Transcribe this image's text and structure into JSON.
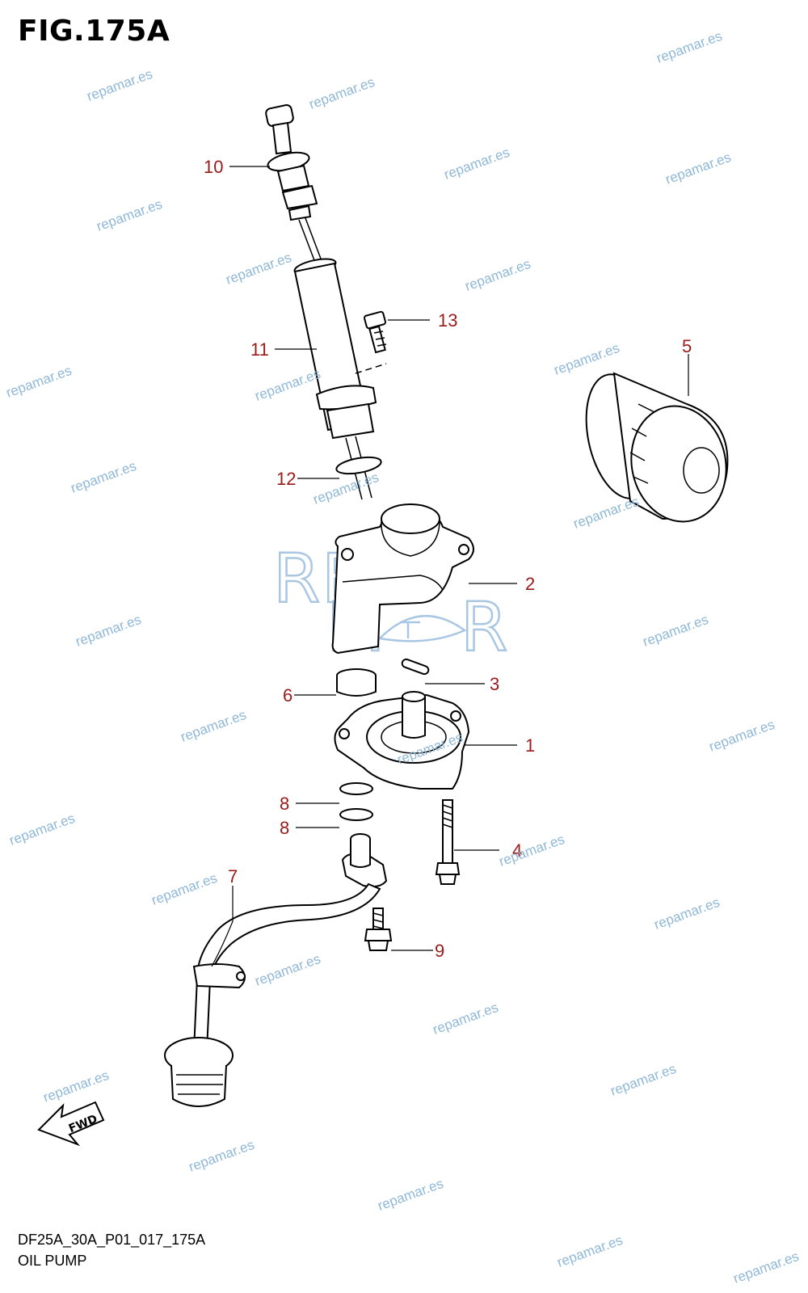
{
  "figure": {
    "title": "FIG.175A",
    "code": "DF25A_30A_P01_017_175A",
    "caption": "OIL PUMP"
  },
  "watermark": {
    "text": "repamar.es",
    "logo_letters": [
      "R",
      "E",
      "P",
      "M",
      "R"
    ]
  },
  "fwd_label": "FWD",
  "callouts": [
    "10",
    "13",
    "11",
    "5",
    "12",
    "2",
    "3",
    "6",
    "1",
    "8",
    "8",
    "4",
    "7",
    "9"
  ],
  "colors": {
    "callout": "#9a1a1a",
    "watermark": "#8fb8d8"
  }
}
